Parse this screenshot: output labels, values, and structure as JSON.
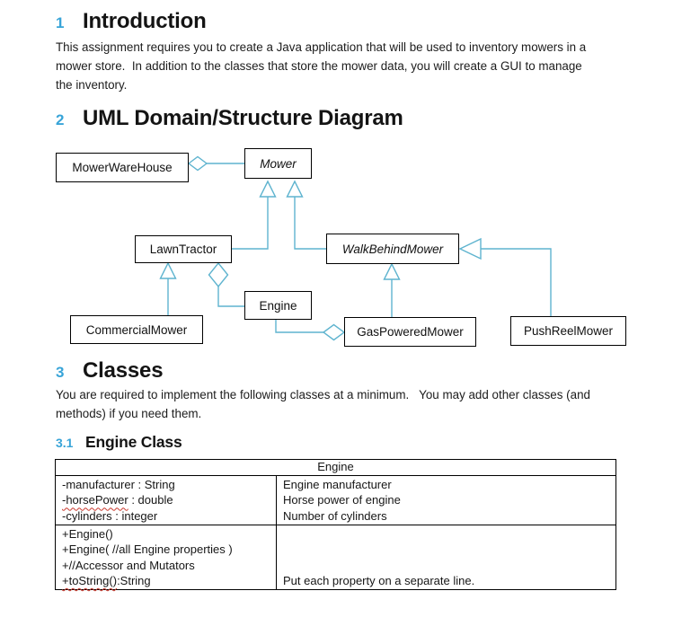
{
  "colors": {
    "accent_blue": "#38A4D8",
    "connector": "#5FB4CF",
    "squiggle": "#C9372C"
  },
  "sections": {
    "intro": {
      "number": "1",
      "title": "Introduction",
      "lines": [
        "This assignment requires you to create a Java application that will be used to inventory mowers in a",
        "mower store.  In addition to the classes that store the mower data, you will create a GUI to manage",
        "the inventory."
      ]
    },
    "uml": {
      "number": "2",
      "title": "UML Domain/Structure Diagram"
    },
    "classes": {
      "number": "3",
      "title": "Classes",
      "lines": [
        "You are required to implement the following classes at a minimum.   You may add other classes (and",
        "methods) if you need them."
      ]
    },
    "engine_class": {
      "number": "3.1",
      "title": "Engine Class"
    }
  },
  "diagram": {
    "boxes": {
      "mowerwarehouse": {
        "label": "MowerWareHouse"
      },
      "mower": {
        "label": "Mower"
      },
      "lawntractor": {
        "label": "LawnTractor"
      },
      "walkbehindmower": {
        "label": "WalkBehindMower"
      },
      "engine": {
        "label": "Engine"
      },
      "commercialmower": {
        "label": "CommercialMower"
      },
      "gaspoweredmower": {
        "label": "GasPoweredMower"
      },
      "pushreelmower": {
        "label": "PushReelMower"
      }
    }
  },
  "table": {
    "title": "Engine",
    "attributes": {
      "left0": "-manufacturer : String",
      "left1_word": "-horsePower",
      "left1_rest": " : double",
      "left2": "-cylinders : integer",
      "right0": "Engine manufacturer",
      "right1": "Horse power of engine",
      "right2": "Number of cylinders"
    },
    "methods": {
      "left0": "+Engine()",
      "left1": "+Engine( //all Engine properties )",
      "left2": "+//Accessor and Mutators",
      "left3_word": "+toString()",
      "left3_rest": ":String",
      "right3": "Put each property on a separate line."
    }
  }
}
